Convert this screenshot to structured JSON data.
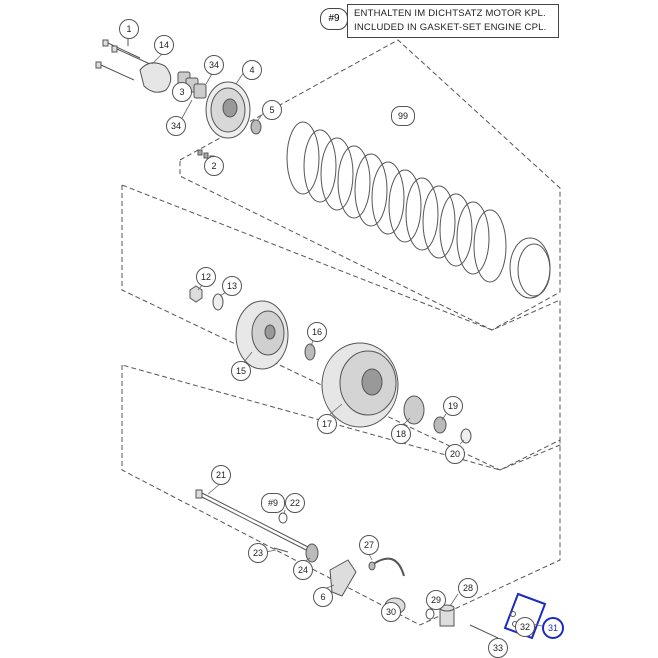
{
  "note": {
    "ref": "#9",
    "line_de": "ENTHALTEN IM DICHTSATZ MOTOR KPL.",
    "line_en": "INCLUDED IN GASKET-SET ENGINE CPL."
  },
  "callouts": {
    "c1": "1",
    "c14": "14",
    "c34a": "34",
    "c4": "4",
    "c3": "3",
    "c34b": "34",
    "c5": "5",
    "c2": "2",
    "c99": "99",
    "c12": "12",
    "c13": "13",
    "c16": "16",
    "c15": "15",
    "c17": "17",
    "c18": "18",
    "c19": "19",
    "c20": "20",
    "c21": "21",
    "c9ref": "#9",
    "c22": "22",
    "c23": "23",
    "c24": "24",
    "c27": "27",
    "c6": "6",
    "c28": "28",
    "c30": "30",
    "c29": "29",
    "c32": "32",
    "c31": "31",
    "c33": "33"
  },
  "colors": {
    "line": "#555555",
    "highlight": "#1b2bbf",
    "part_fill": "#e6e6e6",
    "part_dark": "#9a9a9a"
  }
}
